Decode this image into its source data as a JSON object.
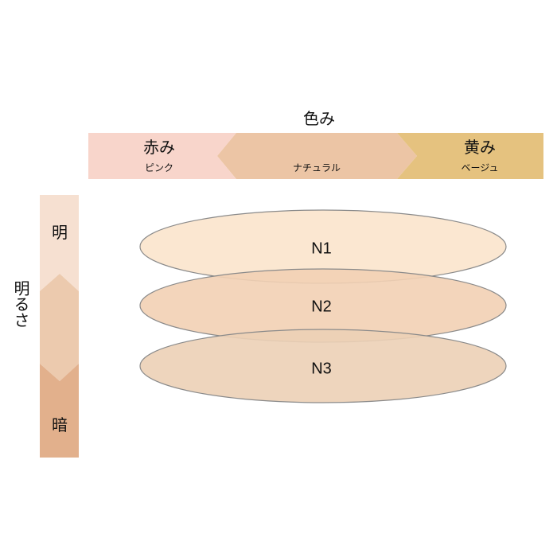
{
  "hue_axis": {
    "title": "色み",
    "segments": [
      {
        "label": "赤み",
        "sublabel": "ピンク",
        "color": "#f8d5cb"
      },
      {
        "label": "",
        "sublabel": "ナチュラル",
        "color": "#ecc5a5"
      },
      {
        "label": "黄み",
        "sublabel": "ベージュ",
        "color": "#e5c27f"
      }
    ]
  },
  "brightness_axis": {
    "title": "明るさ",
    "segments": [
      {
        "label": "明",
        "color": "#f6e0d1"
      },
      {
        "label": "",
        "color": "#eccaae"
      },
      {
        "label": "暗",
        "color": "#e2b08c"
      }
    ]
  },
  "shades": [
    {
      "label": "N1",
      "color": "#fbe4cc"
    },
    {
      "label": "N2",
      "color": "#f2d0b4"
    },
    {
      "label": "N3",
      "color": "#ecd0b6"
    }
  ],
  "colors": {
    "oval_stroke": "#8a8a8a"
  }
}
